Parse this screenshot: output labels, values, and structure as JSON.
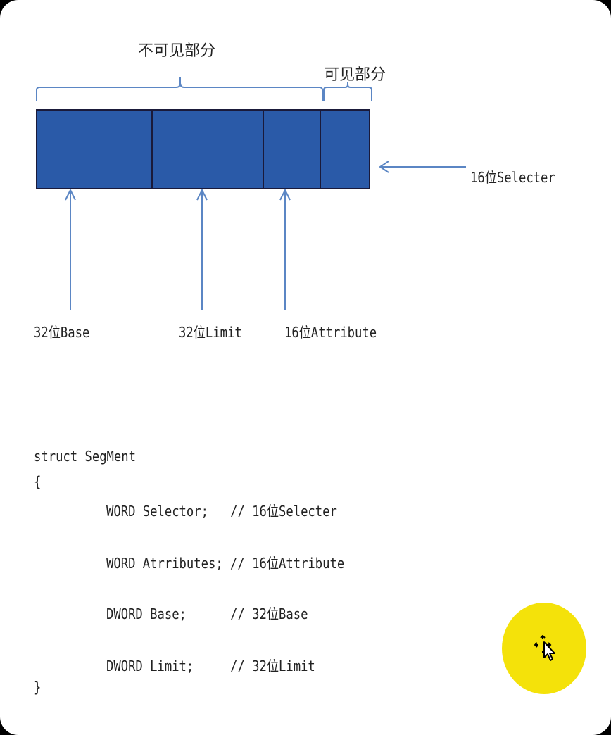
{
  "diagram": {
    "invisible_part_label": "不可见部分",
    "visible_part_label": "可见部分",
    "selector_label": "16位Selecter",
    "base_label": "32位Base",
    "limit_label": "32位Limit",
    "attribute_label": "16位Attribute",
    "register_fill_color": "#2a5aa8",
    "line_color": "#5b86c4"
  },
  "code": {
    "lines": [
      "struct SegMent",
      "{",
      "WORD Selector;   // 16位Selecter",
      "WORD Atrributes; // 16位Attribute",
      "DWORD Base;      // 32位Base",
      "DWORD Limit;     // 32位Limit",
      "}"
    ]
  },
  "cursor": {
    "icon": "move-cursor-icon",
    "highlight_color": "#f4e20a"
  }
}
